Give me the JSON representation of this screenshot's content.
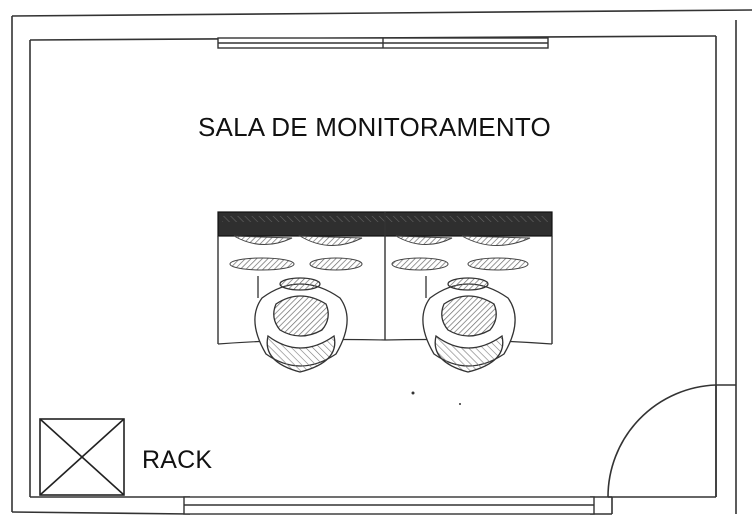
{
  "plan": {
    "room_title": "SALA DE MONITORAMENTO",
    "rack_label": "RACK",
    "workstation_count": 2,
    "colors": {
      "wall": "#333333",
      "ink": "#111111",
      "desk_dark": "#2f2f2f",
      "hatch": "#6b6b6b"
    }
  }
}
